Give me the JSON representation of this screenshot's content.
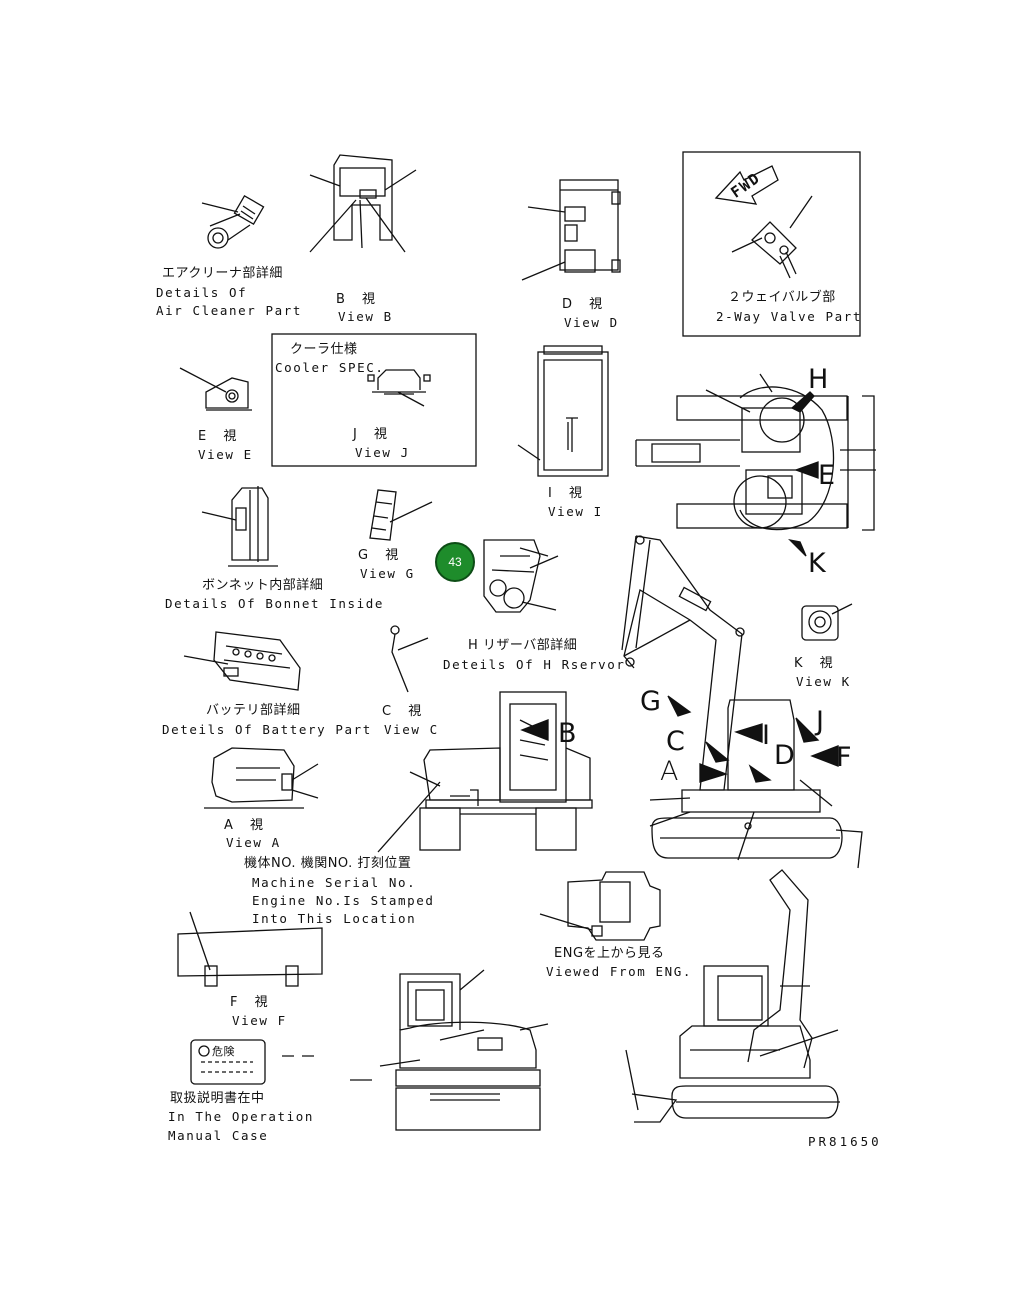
{
  "labels": {
    "air_cleaner_jp": "エアクリーナ部詳細",
    "air_cleaner_en1": "Details Of",
    "air_cleaner_en2": "Air Cleaner Part",
    "view_b_jp": "B 視",
    "view_b_en": "View B",
    "view_d_jp": "D 視",
    "view_d_en": "View D",
    "two_way_jp": "２ウェイバルブ部",
    "two_way_en": "2-Way Valve Part",
    "fwd": "FWD",
    "cooler_jp": "クーラ仕様",
    "cooler_en": "Cooler SPEC.",
    "view_e_jp": "E 視",
    "view_e_en": "View E",
    "view_j_jp": "J 視",
    "view_j_en": "View J",
    "view_i_jp": "I 視",
    "view_i_en": "View I",
    "bonnet_jp": "ボンネット内部詳細",
    "bonnet_en": "Details Of Bonnet Inside",
    "view_g_jp": "G 視",
    "view_g_en": "View G",
    "h_res_jp": "H リザーバ部詳細",
    "h_res_en": "Deteils Of H Rservor",
    "view_k_jp": "K 視",
    "view_k_en": "View K",
    "battery_jp": "バッテリ部詳細",
    "battery_en": "Deteils Of Battery Part",
    "view_c_jp": "C 視",
    "view_c_en": "View C",
    "view_a_jp": "A 視",
    "view_a_en": "View A",
    "serial_jp": "機体NO. 機関NO. 打刻位置",
    "serial_en1": "Machine Serial No.",
    "serial_en2": "Engine No.Is Stamped",
    "serial_en3": "Into This Location",
    "eng_jp": "ENGを上から見る",
    "eng_en": "Viewed From ENG.",
    "view_f_jp": "F 視",
    "view_f_en": "View F",
    "danger_jp": "危険",
    "manual_jp": "取扱説明書在中",
    "manual_en1": "In The Operation",
    "manual_en2": "Manual Case",
    "drawing_no": "PR81650"
  },
  "view_letters": {
    "h": "H",
    "e": "E",
    "k": "K",
    "g": "G",
    "c": "C",
    "a": "A",
    "i": "I",
    "j": "J",
    "d": "D",
    "f": "F",
    "b": "B"
  },
  "callout": {
    "number": "43",
    "color": "#1e8c2b"
  }
}
